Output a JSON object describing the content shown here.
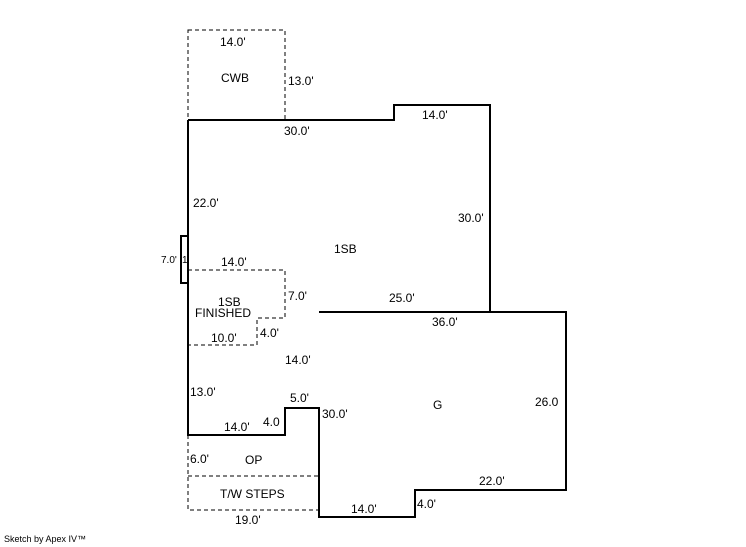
{
  "areas": {
    "cwb": "CWB",
    "main": "1SB",
    "finished_1": "1SB",
    "finished_2": "FINISHED",
    "garage": "G",
    "porch": "OP",
    "steps": "T/W STEPS"
  },
  "dimensions": {
    "cwb_top": "14.0'",
    "cwb_right": "13.0'",
    "main_top": "30.0'",
    "main_top_step": "14.0'",
    "main_left_upper": "22.0'",
    "main_right": "30.0'",
    "bump_left": "7.0'",
    "bump_tick": "1",
    "finished_top": "14.0'",
    "finished_right": "7.0'",
    "finished_step": "4.0'",
    "finished_bottom": "10.0'",
    "main_bottom_edge": "25.0'",
    "garage_top": "36.0'",
    "garage_right": "26.0",
    "garage_left": "30.0'",
    "garage_bottom_right": "22.0'",
    "garage_notch": "4.0'",
    "garage_bottom": "14.0'",
    "main_inner_right": "14.0'",
    "main_left_lower": "13.0'",
    "main_notch_top": "5.0'",
    "main_notch_side": "4.0",
    "main_bottom": "14.0'",
    "porch_left": "6.0'",
    "steps_bottom": "19.0'"
  },
  "credit": "Sketch by Apex IV™"
}
